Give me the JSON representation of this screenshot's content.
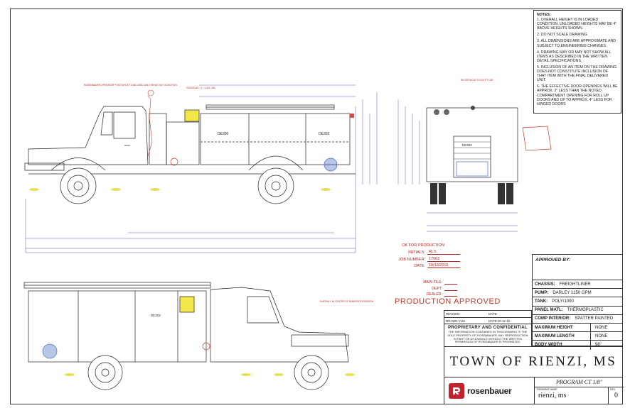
{
  "notes": {
    "heading": "NOTES:",
    "items": [
      "1. OVERALL HEIGHT IS IN LOADED CONDITION. UNLOADED HEIGHTS MAY BE 4\" ABOVE HEIGHTS SHOWN.",
      "2. DO NOT SCALE DRAWING.",
      "3. ALL DIMENSIONS ARE APPROXIMATE AND SUBJECT TO ENGINEERING CHANGES.",
      "4. DRAWING MAY OR MAY NOT SHOW ALL ITEMS AS DESCRIBED IN THE WRITTEN DETAIL SPECIFICATIONS.",
      "5. INCLUSION OF AN ITEM ON THE DRAWING DOES NOT CONSTITUTE INCLUSION OF THAT ITEM WITH THE FINAL DELIVERED UNIT.",
      "6. THE EFFECTIVE DOOR OPENINGS WILL BE APPROX. 2\" LESS THAN THE NOTED COMPARTMENT OPENING FOR ROLL UP DOORS AND UP TO APPROX. 4\" LESS FOR HINGED DOORS"
    ]
  },
  "production": {
    "title": "OK FOR PRODUCTION",
    "initials_label": "INITIALS:",
    "initials": "RLS",
    "job_label": "JOB NUMBER:",
    "job_number": "17062",
    "date_label": "DATE:",
    "date": "10/13/2015",
    "main_file_label": "MAIN FILE:",
    "dept_label": "DEPT:",
    "dealer_label": "DEALER:",
    "stamp": "PRODUCTION APPROVED"
  },
  "spec": {
    "approved_by": "APPROVED BY:",
    "chassis_label": "CHASSIS:",
    "chassis": "FREIGHTLINER",
    "pump_label": "PUMP:",
    "pump": "DARLEY 1250 GPM",
    "tank_label": "TANK:",
    "tank": "POLY/1000",
    "panel_label": "PANEL MATL:",
    "panel": "THERMOPLASTIC",
    "comp_label": "COMP INTERIOR:",
    "comp": "SPATTER PAINTED",
    "max_height_label": "MAXIMUM HEIGHT",
    "max_height": "NONE",
    "max_length_label": "MAXIMUM LENGTH",
    "max_length": "NONE",
    "body_width_label": "BODY WIDTH",
    "body_width": "98\""
  },
  "revision": {
    "revised_label": "REVISED",
    "date_label": "DATE:",
    "drawn_label": "DRAWN",
    "drawn_by": "VLM",
    "drawn_date": "DATE:10-12-15"
  },
  "proprietary": {
    "title": "PROPRIETARY AND CONFIDENTIAL",
    "body": "THE INFORMATION CONTAINED IN THIS DRAWING IS THE SOLE PROPERTY OF ROSENBAUER. ANY REPRODUCTION IN PART OR AS A WHOLE WITHOUT THE WRITTEN PERMISSION OF ROSENBAUER IS PROHIBITED."
  },
  "title_block": {
    "customer": "TOWN OF RIENZI, MS",
    "brand": "rosenbauer",
    "program": "PROGRAM CT 1/8\"",
    "drawing_name_label": "DRAWING NAME",
    "drawing_name": "rienzi, ms",
    "rev_label": "REV",
    "rev": "0"
  },
  "callouts": {
    "operator": "ROSENBAUER OPERATOR POSITION IS TO BE USED ONLY WHILE NOT IN MOTION",
    "crosslay": "CROSSLAY ( 1 ) 1-3/4\" 150'",
    "receptacle": "RECEPTACLE TO GO FT CAP",
    "bumper": "KNEEHILL IN CENTER OF BUMPER EXTENSION",
    "tank_label_side": "DE300",
    "tank_label_rear": "DE302"
  },
  "colors": {
    "accent_red": "#b22222",
    "dimension_blue": "#5b5bb8",
    "yellow_tank": "#f2e84a",
    "blue_marker": "#4a6fc0"
  }
}
